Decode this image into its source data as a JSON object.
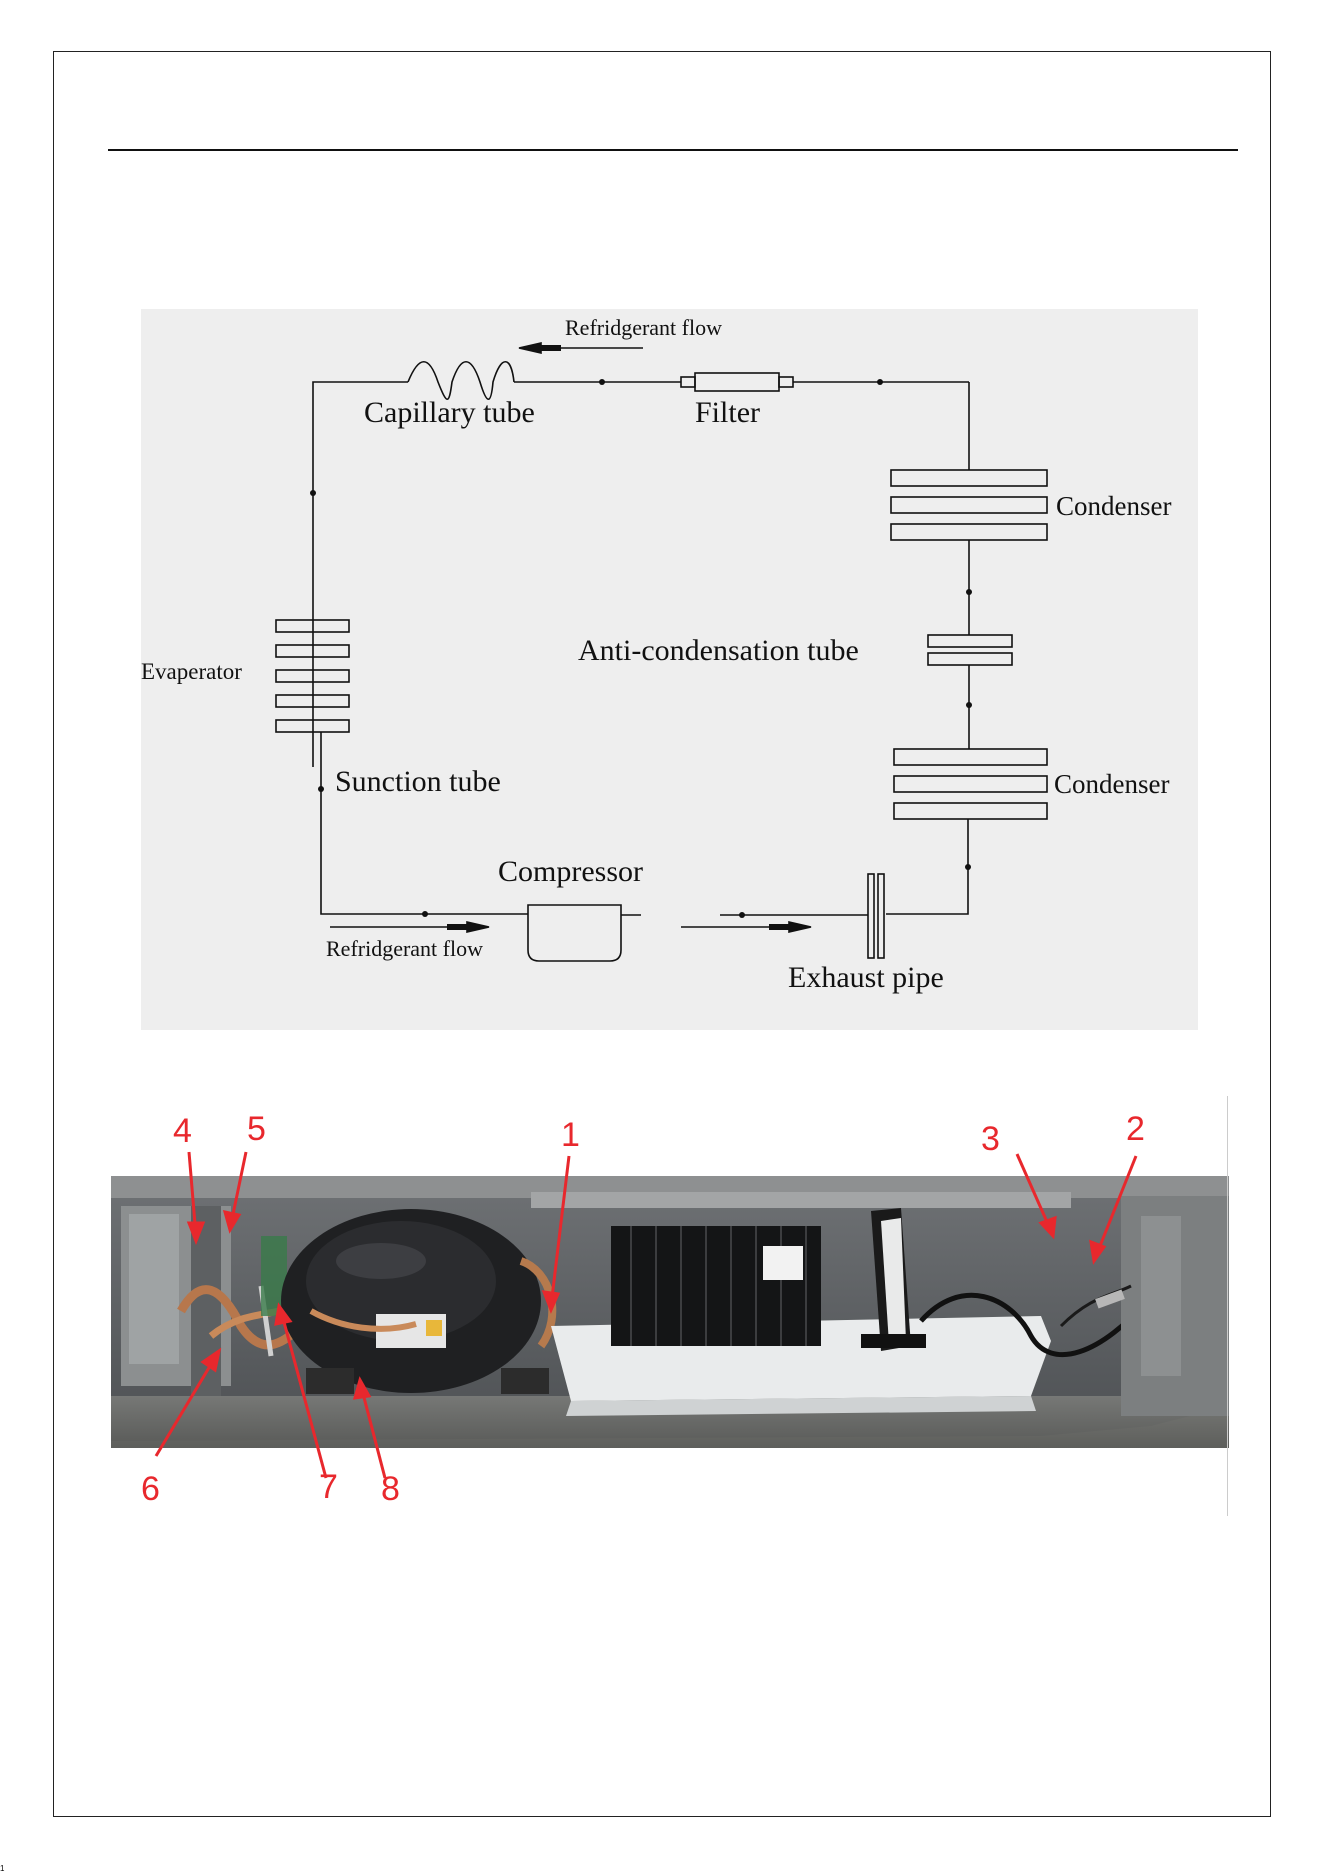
{
  "diagram": {
    "flow_top": "Refridgerant flow",
    "flow_bottom": "Refridgerant flow",
    "capillary_tube": "Capillary tube",
    "filter": "Filter",
    "condenser_top": "Condenser",
    "anti_condensation_tube": "Anti-condensation tube",
    "condenser_bottom": "Condenser",
    "evaporator": "Evaperator",
    "suction_tube": "Sunction tube",
    "compressor": "Compressor",
    "exhaust_pipe": "Exhaust pipe"
  },
  "photo": {
    "callouts": [
      "1",
      "2",
      "3",
      "4",
      "5",
      "6",
      "7",
      "8"
    ],
    "callout_color": "#e8282d"
  },
  "corner_mark": "1"
}
